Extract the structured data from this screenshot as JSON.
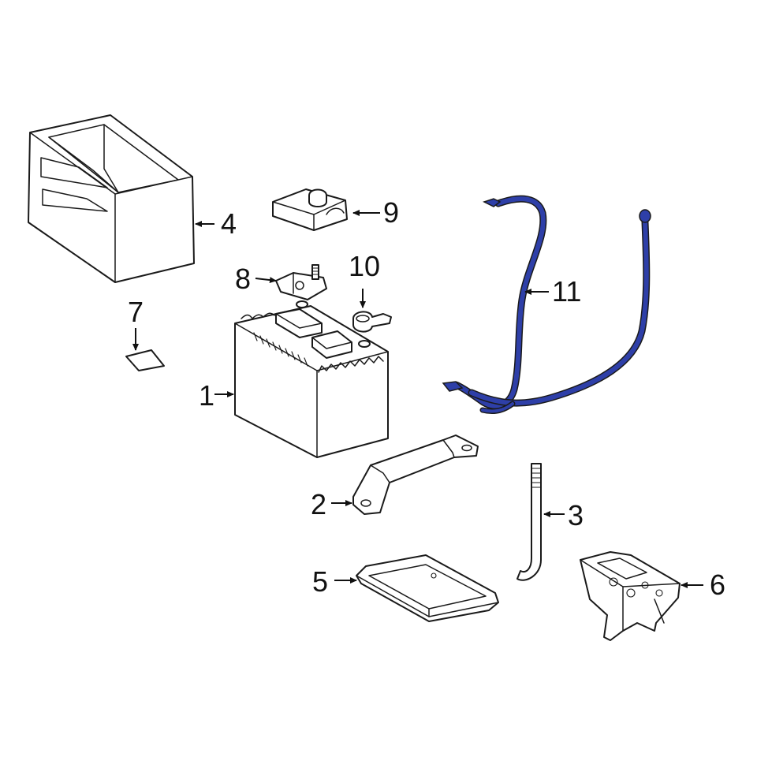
{
  "diagram": {
    "highlight_color": "#2e3fa8",
    "line_color": "#1a1a1a",
    "background_color": "#ffffff",
    "callouts": {
      "c1": "1",
      "c2": "2",
      "c3": "3",
      "c4": "4",
      "c5": "5",
      "c6": "6",
      "c7": "7",
      "c8": "8",
      "c9": "9",
      "c10": "10",
      "c11": "11"
    }
  }
}
